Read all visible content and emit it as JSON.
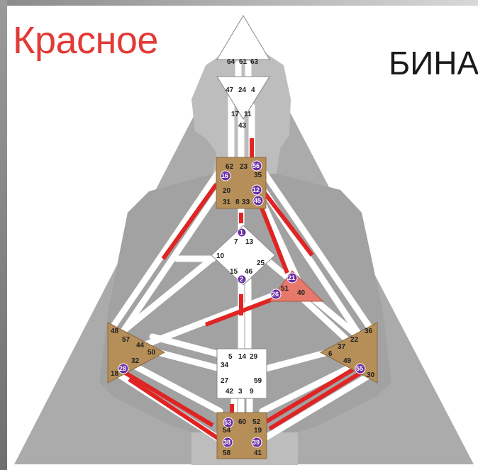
{
  "title_left": "Красное",
  "title_right": "БИНА",
  "colors": {
    "activation_red": "#e02424",
    "center_brown": "#b58e58",
    "spleen_orange": "#e6796b",
    "silhouette": "#b8b8b8",
    "background_triangle": "#a9a9a9",
    "gate_dot_purple": "#6b2fa6"
  },
  "gates": {
    "head": [
      "64",
      "61",
      "63"
    ],
    "ajna": [
      "47",
      "24",
      "4",
      "17",
      "11",
      "43"
    ],
    "throat": [
      "62",
      "23",
      "56",
      "16",
      "35",
      "20",
      "12",
      "31",
      "8",
      "33",
      "45"
    ],
    "g": [
      "1",
      "7",
      "13",
      "10",
      "25",
      "15",
      "46",
      "2"
    ],
    "heart": [
      "21",
      "51",
      "26",
      "40"
    ],
    "spleen": [
      "48",
      "57",
      "44",
      "50",
      "32",
      "18",
      "28"
    ],
    "solar": [
      "36",
      "22",
      "37",
      "6",
      "49",
      "55",
      "30"
    ],
    "sacral": [
      "5",
      "14",
      "29",
      "34",
      "27",
      "59",
      "42",
      "3",
      "9"
    ],
    "root": [
      "53",
      "60",
      "52",
      "54",
      "19",
      "38",
      "39",
      "58",
      "41"
    ]
  }
}
